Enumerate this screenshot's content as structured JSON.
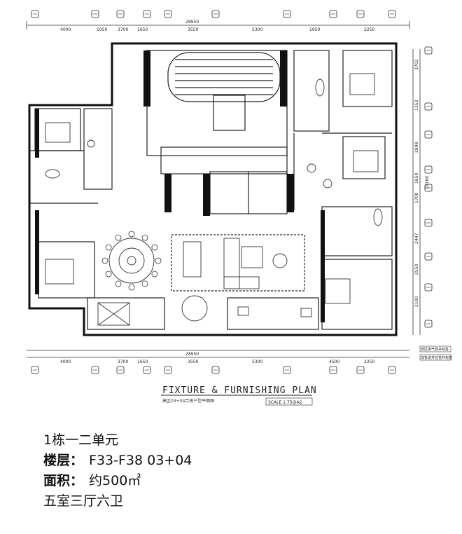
{
  "plan": {
    "top_dimensions": [
      "4000",
      "1050",
      "3700",
      "1650",
      "3550",
      "5300",
      "1950",
      "2250"
    ],
    "top_total": "28950",
    "bottom_dimensions": [
      "4000",
      "3700",
      "1650",
      "3550",
      "5300",
      "4500",
      "2250"
    ],
    "bottom_total": "28950",
    "right_dimensions": [
      "3702",
      "1353",
      "2898",
      "1650",
      "1700",
      "2447",
      "2550",
      "2100"
    ],
    "right_total": "19160",
    "title": "FIXTURE & FURNISHING PLAN",
    "subtitle": "高区03+04合拼户型平面图",
    "scale": "SCALE 1:75@A2",
    "legend": [
      "低区排气管井标签",
      "加管道井位管井标签"
    ]
  },
  "info": {
    "building": "1栋一二单元",
    "floor_label": "楼层：",
    "floor_value": "F33-F38    03+04",
    "area_label": "面积：",
    "area_value": "约500㎡",
    "layout": "五室三厅六卫"
  }
}
